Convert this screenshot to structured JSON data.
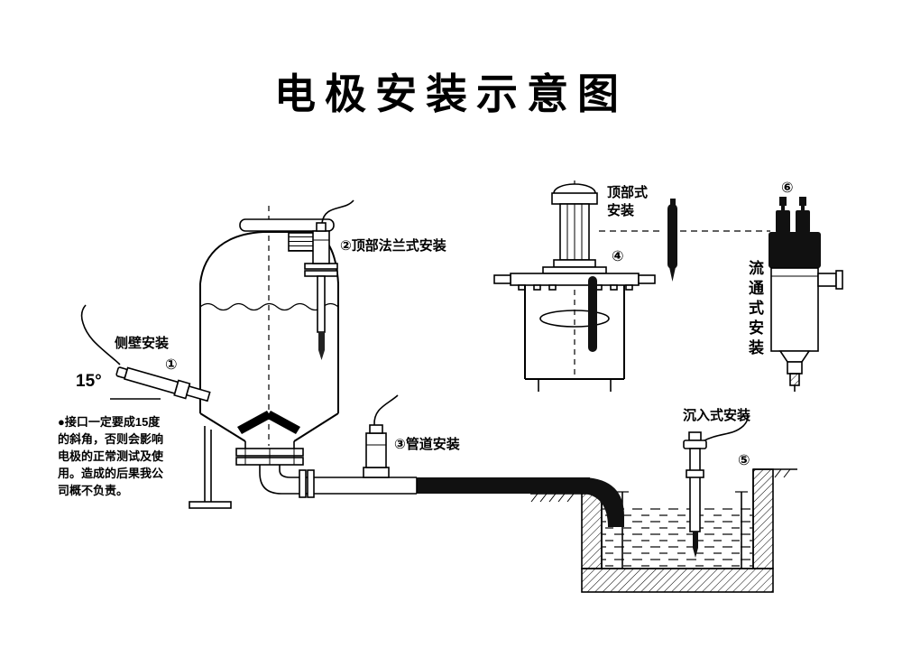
{
  "title": "电极安装示意图",
  "labels": {
    "side_wall": "侧壁安装",
    "side_wall_num": "①",
    "angle": "15°",
    "top_flange": "②顶部法兰式安装",
    "pipeline": "③管道安装",
    "top_mount_line1": "顶部式",
    "top_mount_line2": "安装",
    "top_mount_num": "④",
    "submersion": "沉入式安装",
    "submersion_num": "⑤",
    "flow_num": "⑥",
    "flow": "流通式安装"
  },
  "warning": {
    "line1": "●接口一定要成15度",
    "line2": "的斜角，否则会影响",
    "line3": "电极的正常测试及使",
    "line4": "用。造成的后果我公",
    "line5": "司概不负责。"
  }
}
